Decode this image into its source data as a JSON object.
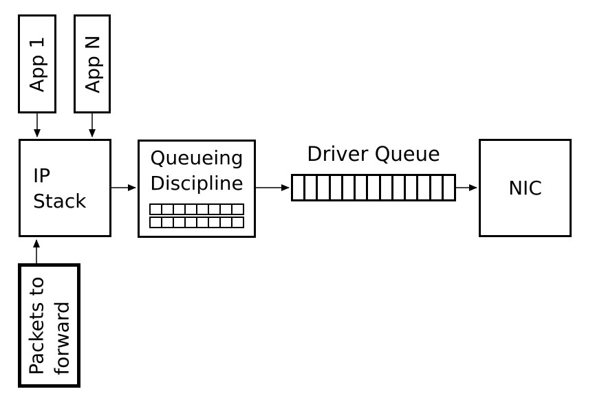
{
  "colors": {
    "line": "#000000",
    "background": "#ffffff"
  },
  "nodes": {
    "app1": {
      "label": "App 1"
    },
    "appn": {
      "label": "App N"
    },
    "ip_stack": {
      "line1": "IP",
      "line2": "Stack"
    },
    "queueing_discipline": {
      "line1": "Queueing",
      "line2": "Discipline",
      "rows": 2,
      "cells_per_row": 8
    },
    "driver_queue": {
      "label": "Driver Queue",
      "cells": 13
    },
    "nic": {
      "label": "NIC"
    },
    "packets_to_forward": {
      "line1": "Packets to",
      "line2": "forward"
    }
  },
  "edges": [
    {
      "from": "app1",
      "to": "ip_stack",
      "direction": "down"
    },
    {
      "from": "appn",
      "to": "ip_stack",
      "direction": "down"
    },
    {
      "from": "ip_stack",
      "to": "queueing_discipline",
      "direction": "right"
    },
    {
      "from": "queueing_discipline",
      "to": "driver_queue",
      "direction": "right"
    },
    {
      "from": "driver_queue",
      "to": "nic",
      "direction": "right"
    },
    {
      "from": "packets_to_forward",
      "to": "ip_stack",
      "direction": "up"
    }
  ]
}
